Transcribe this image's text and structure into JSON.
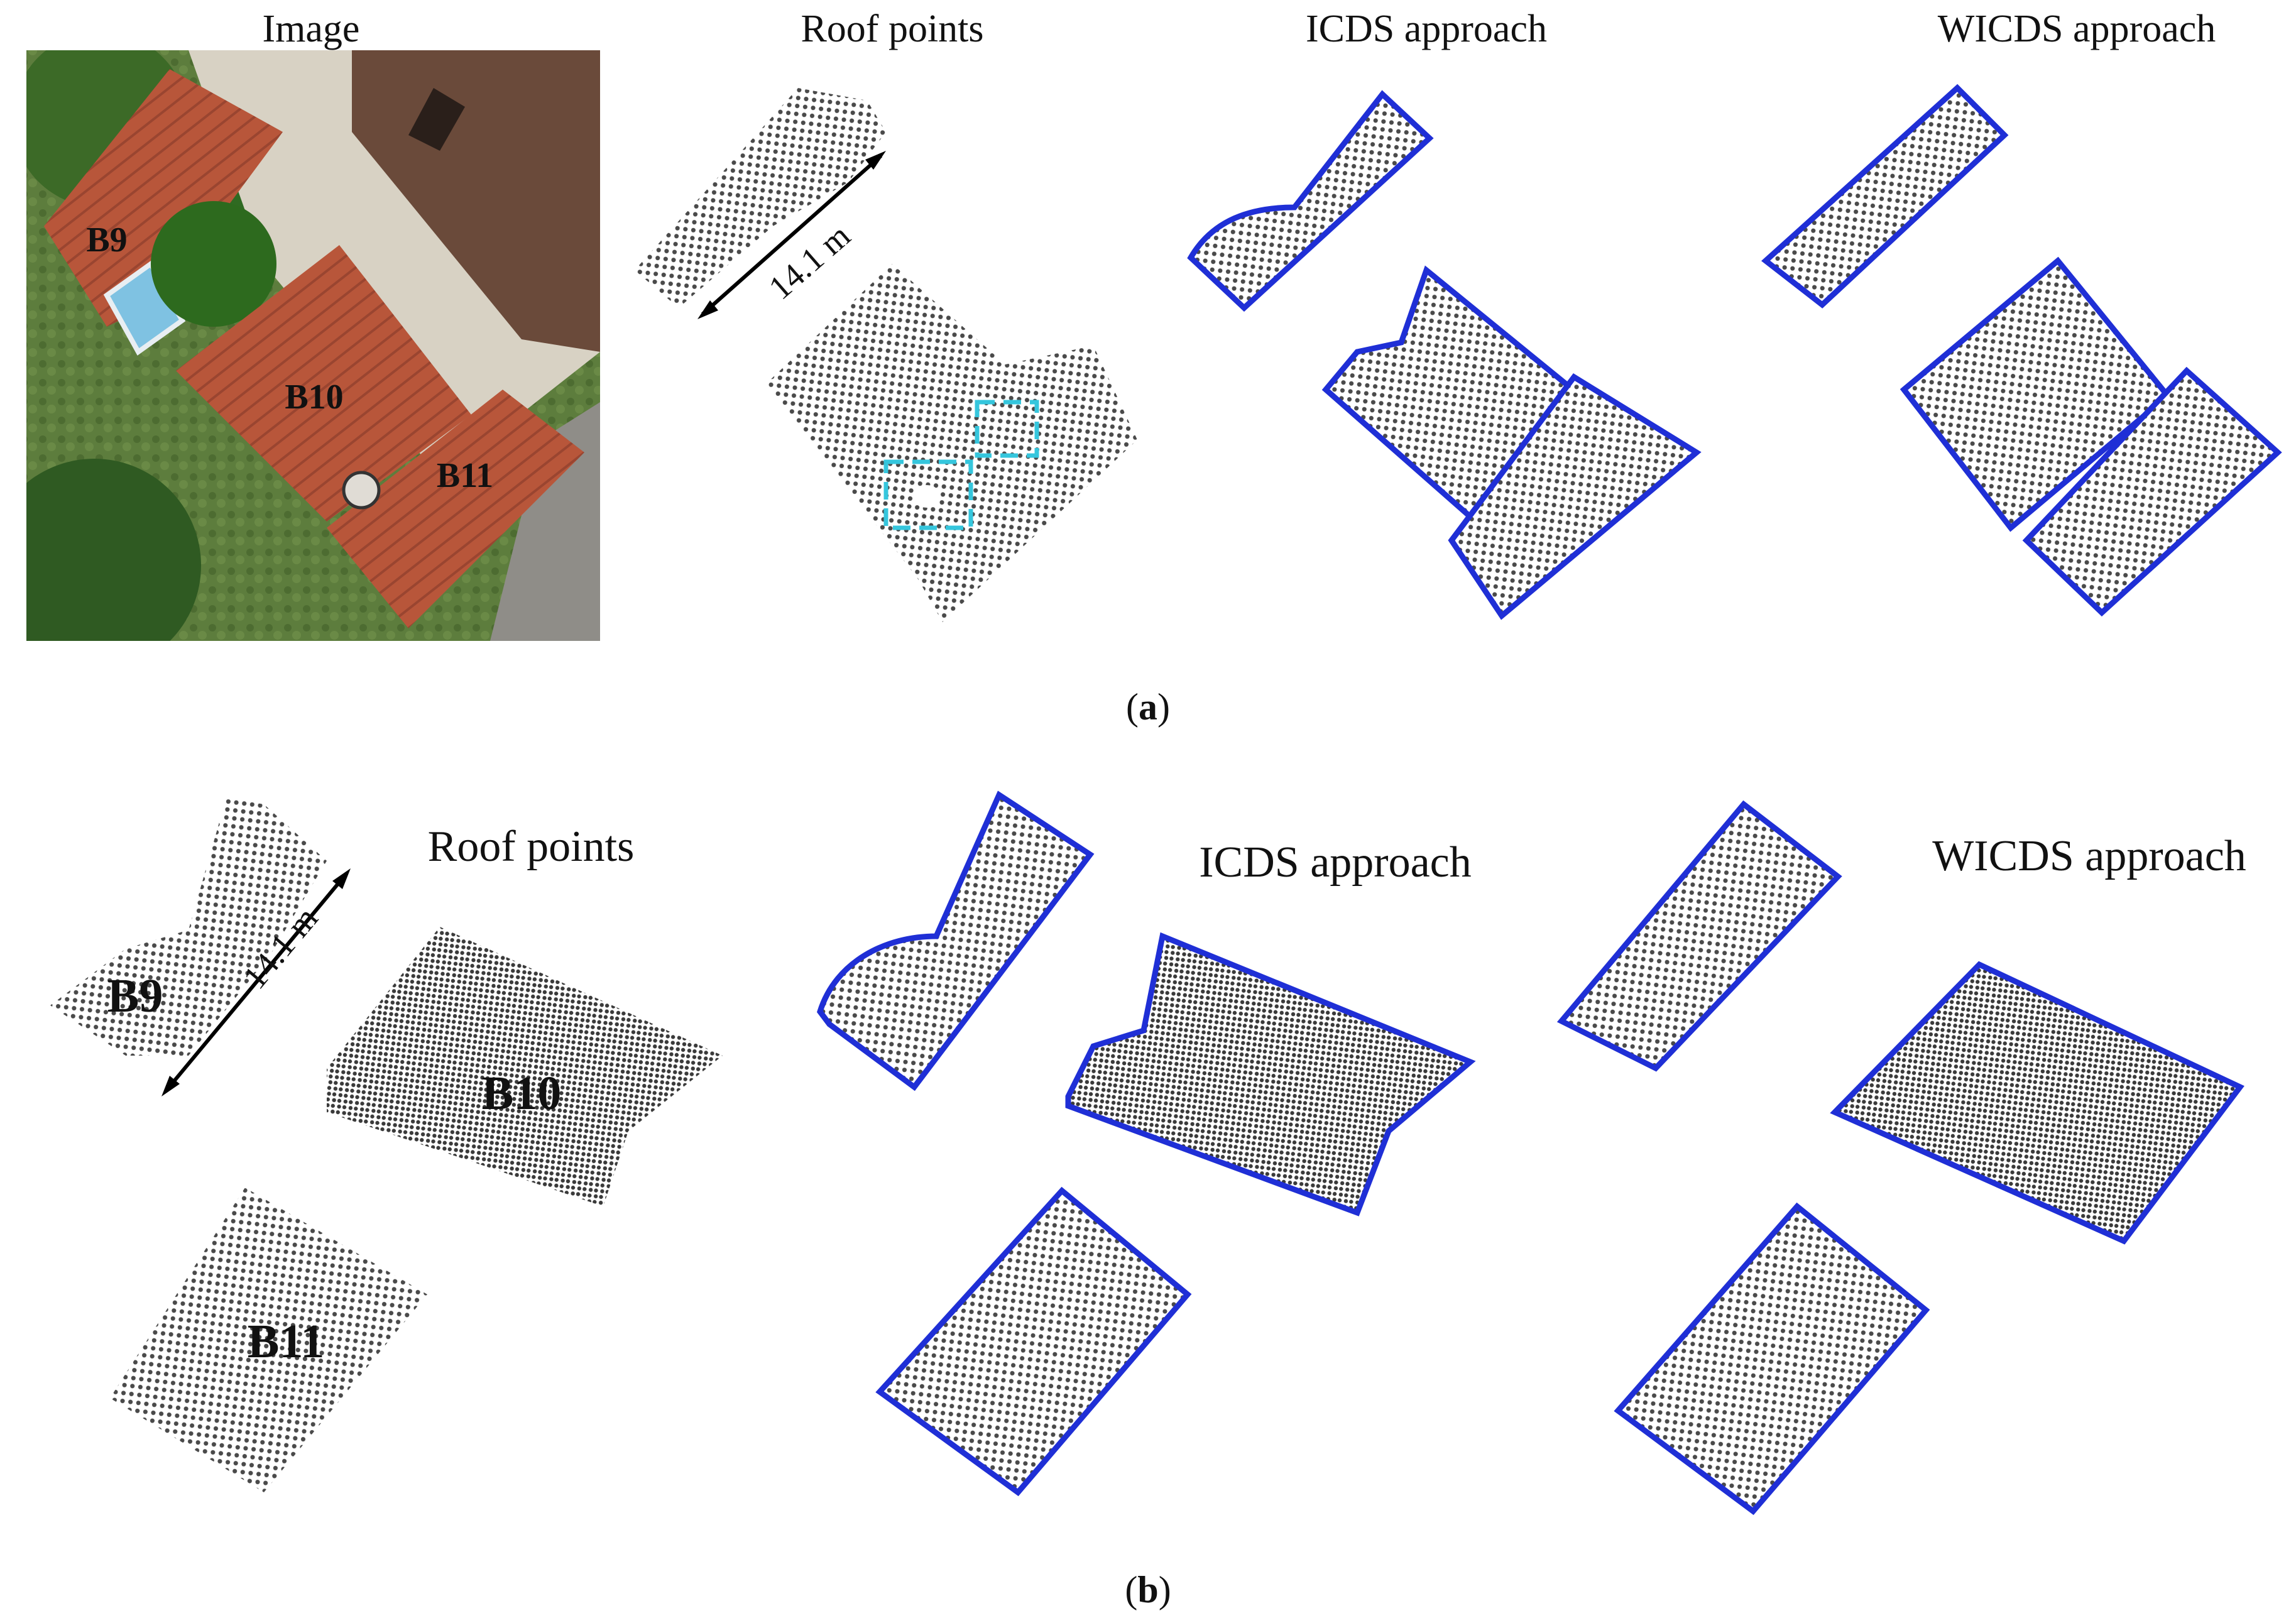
{
  "panel_a": {
    "caption_open": "(",
    "caption_letter": "a",
    "caption_close": ")",
    "image": {
      "title": "Image",
      "building_labels": [
        "B9",
        "B10",
        "B11"
      ]
    },
    "roof_points": {
      "title": "Roof points",
      "scale_label": "14.1 m"
    },
    "icds": {
      "title": "ICDS approach"
    },
    "wicds": {
      "title": "WICDS approach"
    }
  },
  "panel_b": {
    "caption_open": "(",
    "caption_letter": "b",
    "caption_close": ")",
    "roof_points": {
      "title": "Roof points",
      "scale_label": "14.1 m",
      "building_labels": [
        "B9",
        "B10",
        "B11"
      ]
    },
    "icds": {
      "title": "ICDS approach"
    },
    "wicds": {
      "title": "WICDS approach"
    }
  },
  "colors": {
    "boundary": "#1f2fd6",
    "points": "#4a4a4a",
    "highlight_box": "#35c6dd",
    "roof_tile": "#b8563a",
    "vegetation": "#3f6b2b",
    "dark_roof": "#5a4034"
  }
}
